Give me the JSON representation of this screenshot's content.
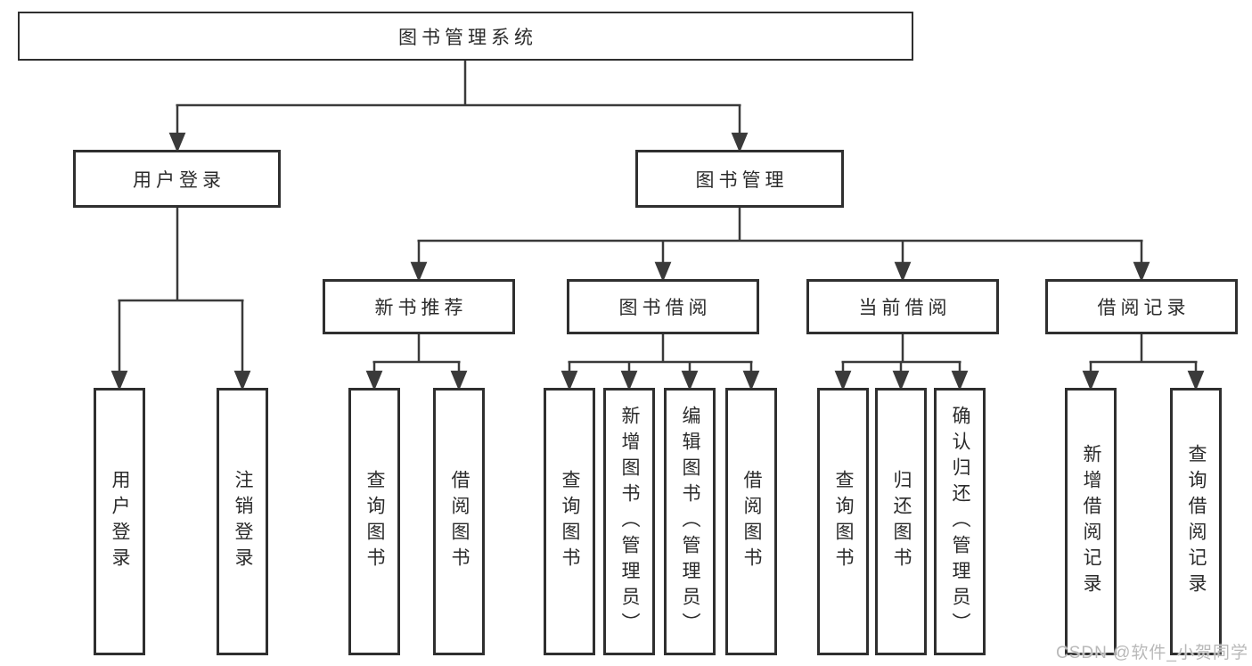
{
  "tree": {
    "label": "图书管理系统",
    "children": [
      {
        "label": "用户登录",
        "children": [
          {
            "label": "用户登录"
          },
          {
            "label": "注销登录"
          }
        ]
      },
      {
        "label": "图书管理",
        "children": [
          {
            "label": "新书推荐",
            "children": [
              {
                "label": "查询图书"
              },
              {
                "label": "借阅图书"
              }
            ]
          },
          {
            "label": "图书借阅",
            "children": [
              {
                "label": "查询图书"
              },
              {
                "label": "新增图书（管理员）"
              },
              {
                "label": "编辑图书（管理员）"
              },
              {
                "label": "借阅图书"
              }
            ]
          },
          {
            "label": "当前借阅",
            "children": [
              {
                "label": "查询图书"
              },
              {
                "label": "归还图书"
              },
              {
                "label": "确认归还（管理员）"
              }
            ]
          },
          {
            "label": "借阅记录",
            "children": [
              {
                "label": "新增借阅记录"
              },
              {
                "label": "查询借阅记录"
              }
            ]
          }
        ]
      }
    ]
  },
  "watermark": {
    "text": "CSDN @软件_小贺同学"
  },
  "colors": {
    "line": "#3a3a3a",
    "box_border": "#2f2f2f",
    "text": "#2b2b2b",
    "background": "#ffffff",
    "watermark": "#b9b9b9"
  }
}
